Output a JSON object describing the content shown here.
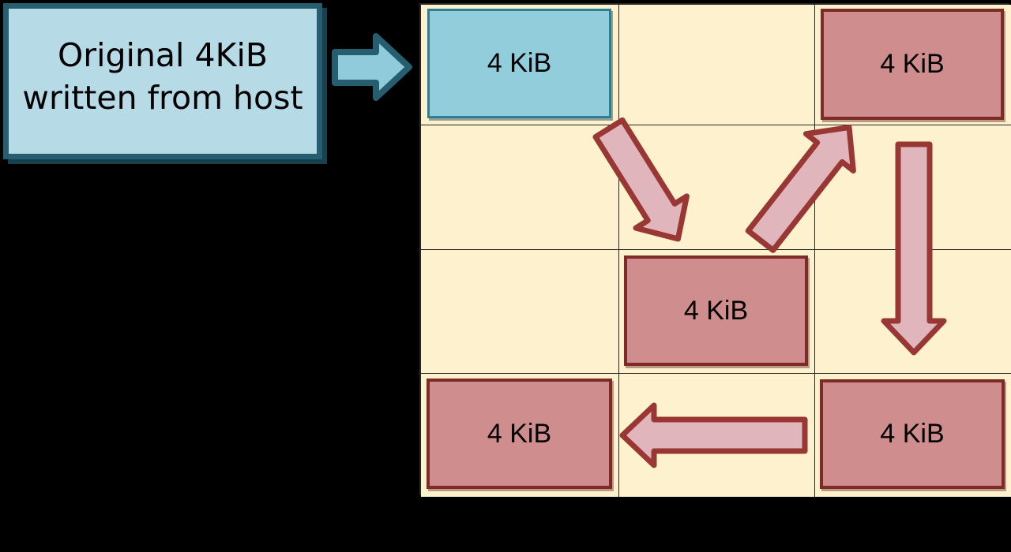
{
  "colors": {
    "background": "#000000",
    "host_box_fill": "#B7DBE6",
    "host_box_border": "#265E70",
    "host_box_shadow": "#17414F",
    "host_arrow_fill": "#8FCBDB",
    "host_arrow_border": "#265E70",
    "cell_fill": "#FDF1CE",
    "grid_line": "#262626",
    "original_block_fill": "#92CDDC",
    "original_block_border": "#2F7D93",
    "rewritten_block_fill": "#D08D8D",
    "rewritten_block_border": "#7E2B28",
    "move_arrow_fill": "#E0B6BC",
    "move_arrow_border": "#993734"
  },
  "host_box": {
    "lines": [
      "Original 4KiB",
      "written from host"
    ]
  },
  "grid": {
    "rows": 4,
    "columns": 3
  },
  "blocks": {
    "original": {
      "label": "4 KiB"
    },
    "top_right": {
      "label": "4 KiB"
    },
    "middle": {
      "label": "4 KiB"
    },
    "bottom_left": {
      "label": "4 KiB"
    },
    "bottom_right": {
      "label": "4 KiB"
    }
  },
  "arrows": {
    "host_write": "right",
    "moves": [
      "down-right",
      "up-right",
      "down",
      "left"
    ]
  }
}
